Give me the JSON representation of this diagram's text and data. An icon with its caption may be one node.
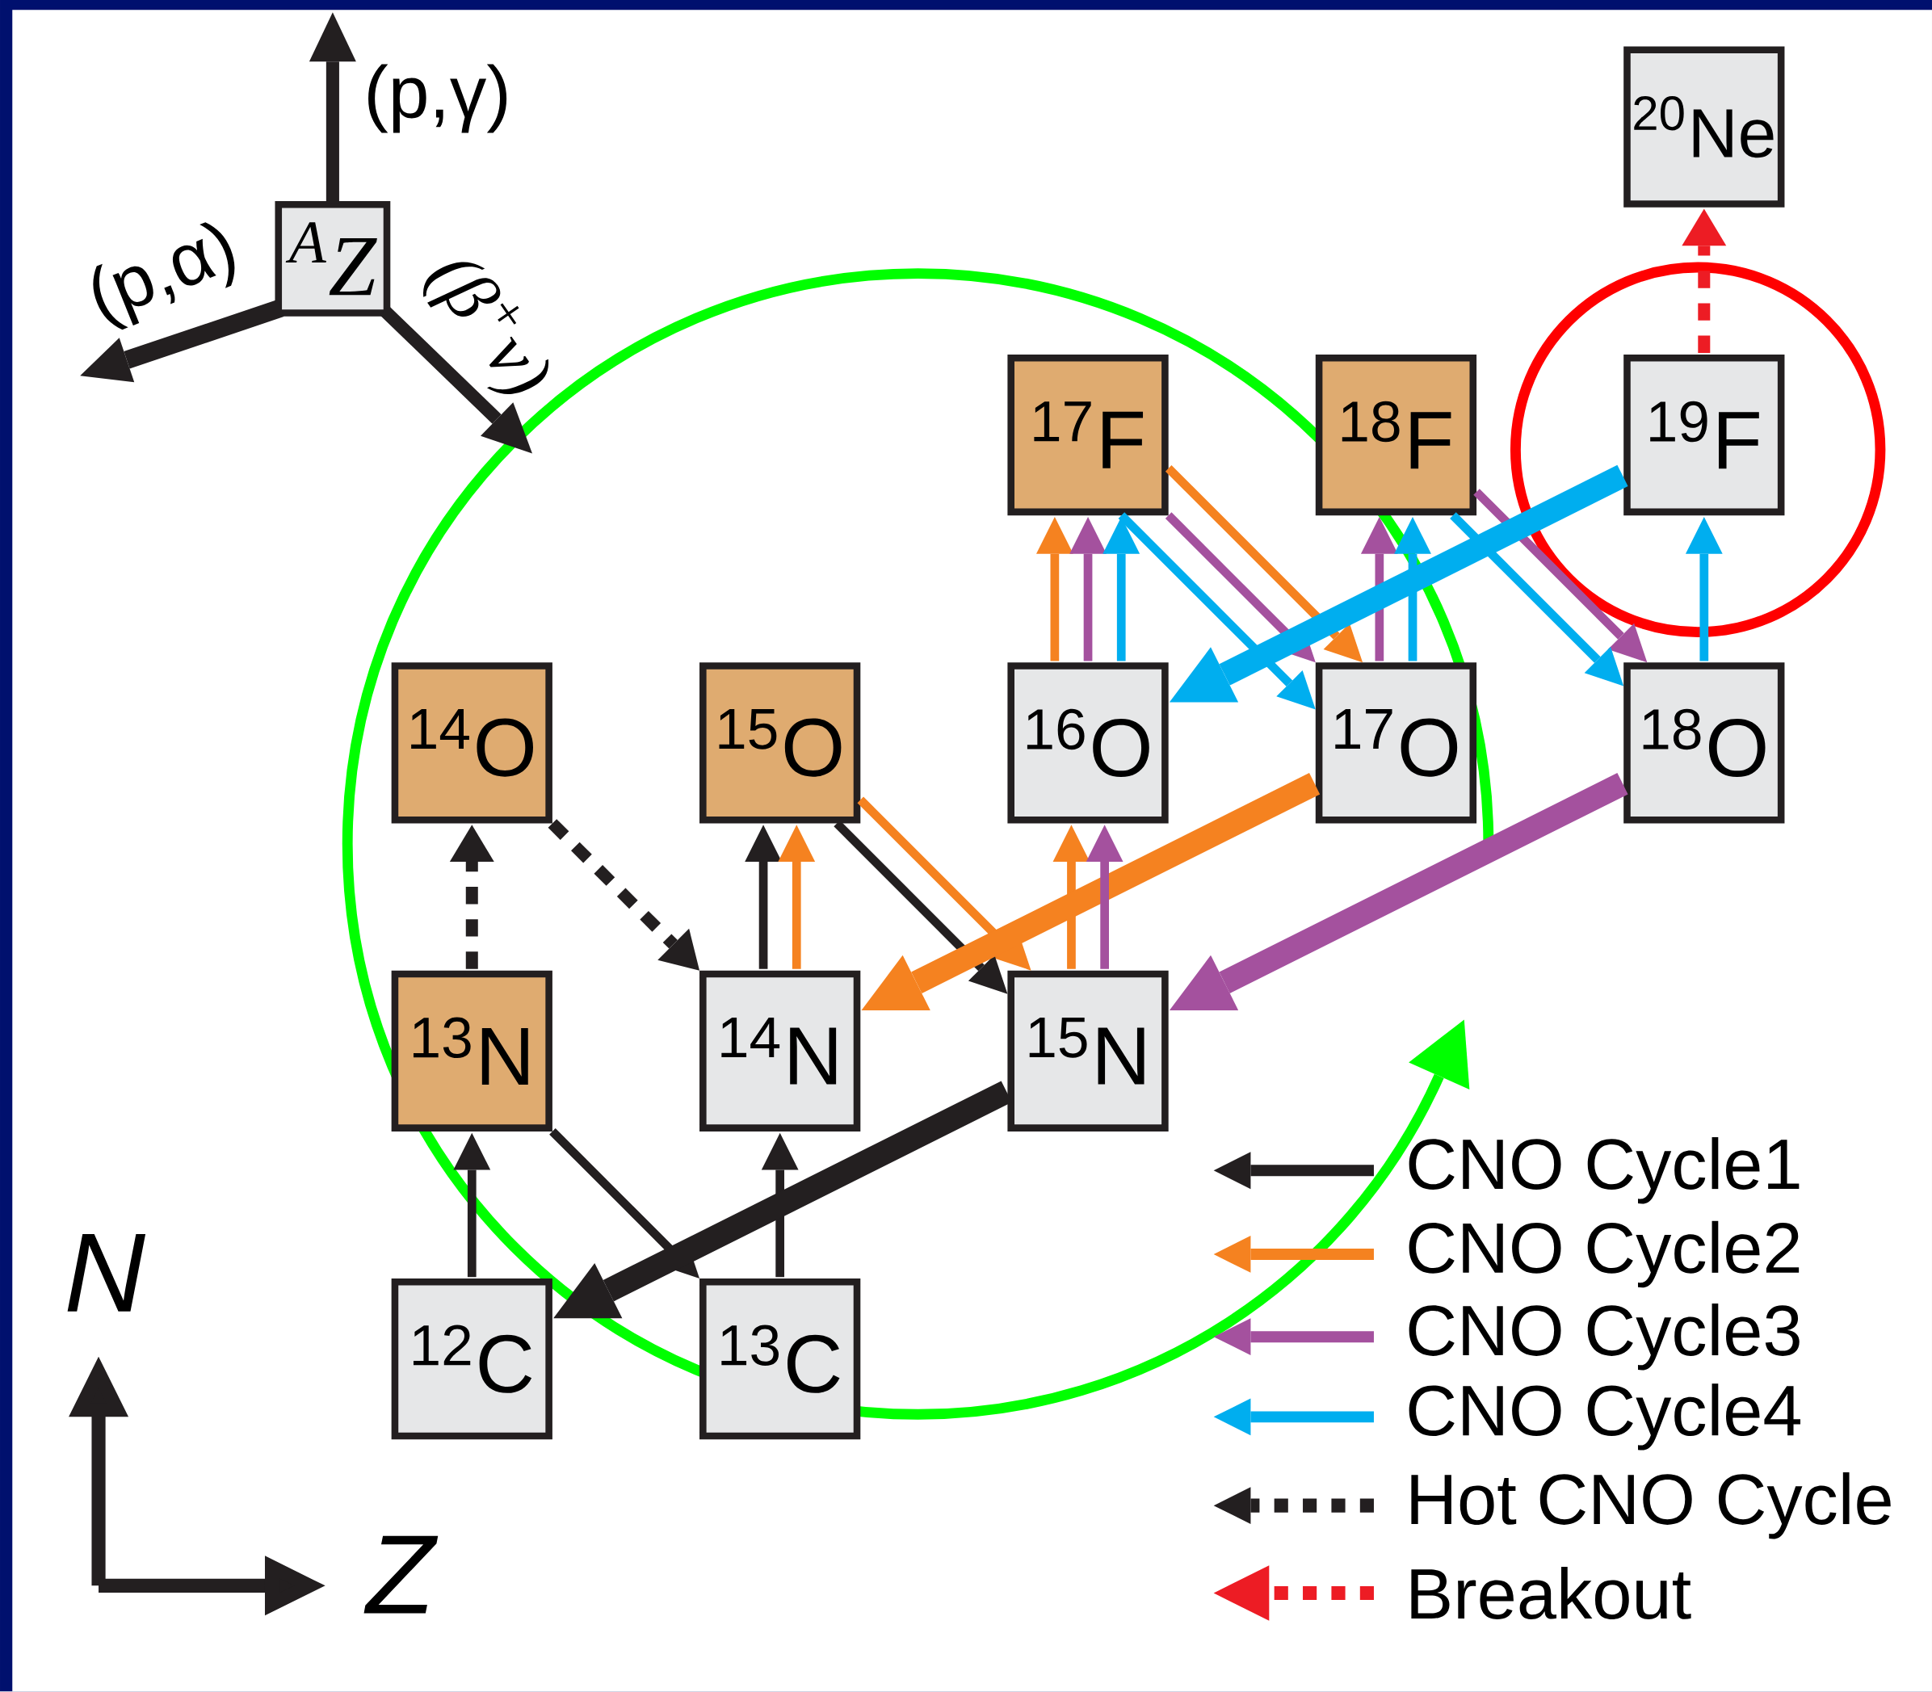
{
  "diagram": {
    "nodes": [
      {
        "text": [
          "$^{A}$Z"
        ]
      },
      {
        "text": [
          "$^{20}$Ne"
        ]
      },
      {
        "text": [
          "$^{17}$F"
        ]
      },
      {
        "text": [
          "$^{18}$F"
        ]
      },
      {
        "text": [
          "$^{19}$F"
        ]
      },
      {
        "text": [
          "$^{14}$O"
        ]
      },
      {
        "text": [
          "$^{15}$O"
        ]
      },
      {
        "text": [
          "$^{16}$O"
        ]
      },
      {
        "text": [
          "$^{17}$O"
        ]
      },
      {
        "text": [
          "$^{18}$O"
        ]
      },
      {
        "text": [
          "$^{13}$N"
        ]
      },
      {
        "text": [
          "$^{14}$N"
        ]
      },
      {
        "text": [
          "$^{15}$N"
        ]
      },
      {
        "text": [
          "$^{12}$C"
        ]
      },
      {
        "text": [
          "$^{13}$C"
        ]
      }
    ],
    "edges": [
      {
        "from": 13,
        "to": 10,
        "arrow": "to"
      },
      {
        "from": 10,
        "to": 14,
        "arrow": "to"
      },
      {
        "from": 14,
        "to": 11,
        "arrow": "to"
      },
      {
        "from": 11,
        "to": 6,
        "arrow": "to"
      },
      {
        "from": 12,
        "to": 13,
        "arrow": "to",
        "style": "thick"
      },
      {
        "from": 11,
        "to": 6,
        "arrow": "to",
        "color": "#f58220"
      },
      {
        "from": 6,
        "to": 12,
        "arrow": "to",
        "color": "#f58220"
      },
      {
        "from": 6,
        "to": 12,
        "arrow": "to"
      },
      {
        "from": 12,
        "to": 7,
        "arrow": "to",
        "color": "#f58220"
      },
      {
        "from": 7,
        "to": 2,
        "arrow": "to",
        "color": "#f58220"
      },
      {
        "from": 2,
        "to": 8,
        "arrow": "to",
        "color": "#f58220"
      },
      {
        "from": 8,
        "to": 11,
        "arrow": "to",
        "style": "thick",
        "color": "#f58220"
      },
      {
        "from": 12,
        "to": 7,
        "arrow": "to",
        "color": "#a4519e"
      },
      {
        "from": 7,
        "to": 2,
        "arrow": "to",
        "color": "#a4519e"
      },
      {
        "from": 2,
        "to": 8,
        "arrow": "to",
        "color": "#a4519e"
      },
      {
        "from": 8,
        "to": 3,
        "arrow": "to",
        "color": "#a4519e"
      },
      {
        "from": 3,
        "to": 9,
        "arrow": "to",
        "color": "#a4519e"
      },
      {
        "from": 9,
        "to": 12,
        "arrow": "to",
        "style": "thick",
        "color": "#a4519e"
      },
      {
        "from": 7,
        "to": 2,
        "arrow": "to",
        "color": "#00aeef"
      },
      {
        "from": 2,
        "to": 8,
        "arrow": "to",
        "color": "#00aeef"
      },
      {
        "from": 8,
        "to": 3,
        "arrow": "to",
        "color": "#00aeef"
      },
      {
        "from": 3,
        "to": 9,
        "arrow": "to",
        "color": "#00aeef"
      },
      {
        "from": 9,
        "to": 4,
        "arrow": "to",
        "color": "#00aeef"
      },
      {
        "from": 4,
        "to": 7,
        "arrow": "to",
        "style": "thick",
        "color": "#00aeef"
      },
      {
        "from": 10,
        "to": 5,
        "arrow": "to",
        "style": "dashed"
      },
      {
        "from": 5,
        "to": 11,
        "arrow": "to",
        "style": "dashed"
      },
      {
        "from": 4,
        "to": 1,
        "arrow": "to",
        "style": "dashed",
        "color": "#ed1c24"
      }
    ],
    "labels": [
      "(p,γ)",
      "(p,α)",
      "(β$^{+}$ν)",
      "N",
      "Z"
    ],
    "legend": [
      {
        "text": "CNO Cycle1"
      },
      {
        "text": "CNO Cycle2"
      },
      {
        "text": "CNO Cycle3"
      },
      {
        "text": "CNO Cycle4"
      },
      {
        "text": "Hot CNO Cycle"
      },
      {
        "text": "Breakout"
      }
    ]
  }
}
